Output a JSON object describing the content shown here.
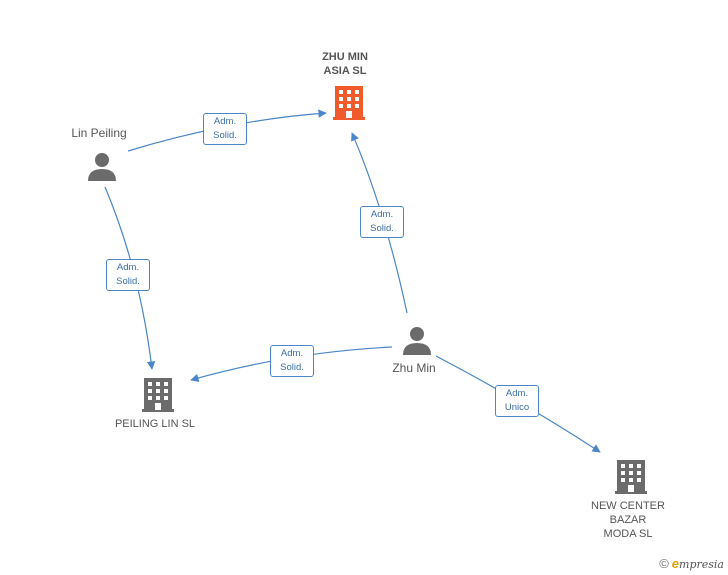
{
  "colors": {
    "edge": "#4a86c8",
    "main_company": "#f15a2b",
    "company": "#6b6b6b",
    "person": "#6b6b6b"
  },
  "nodes": {
    "zhu_min_asia": {
      "name_line1": "ZHU MIN",
      "name_line2": "ASIA SL",
      "icon": "building-icon"
    },
    "lin_peiling": {
      "name": "Lin Peiling",
      "icon": "person-icon"
    },
    "zhu_min": {
      "name": "Zhu Min",
      "icon": "person-icon"
    },
    "peiling_lin": {
      "name": "PEILING LIN SL",
      "icon": "building-icon"
    },
    "new_center": {
      "name_line1": "NEW CENTER",
      "name_line2": "BAZAR",
      "name_line3": "MODA  SL",
      "icon": "building-icon"
    }
  },
  "edges": [
    {
      "from": "lin_peiling",
      "to": "zhu_min_asia",
      "line1": "Adm.",
      "line2": "Solid."
    },
    {
      "from": "zhu_min",
      "to": "zhu_min_asia",
      "line1": "Adm.",
      "line2": "Solid."
    },
    {
      "from": "lin_peiling",
      "to": "peiling_lin",
      "line1": "Adm.",
      "line2": "Solid."
    },
    {
      "from": "zhu_min",
      "to": "peiling_lin",
      "line1": "Adm.",
      "line2": "Solid."
    },
    {
      "from": "zhu_min",
      "to": "new_center",
      "line1": "Adm.",
      "line2": "Unico"
    }
  ],
  "watermark": {
    "copyright": "©",
    "brand_initial": "e",
    "brand_rest": "mpresia"
  }
}
